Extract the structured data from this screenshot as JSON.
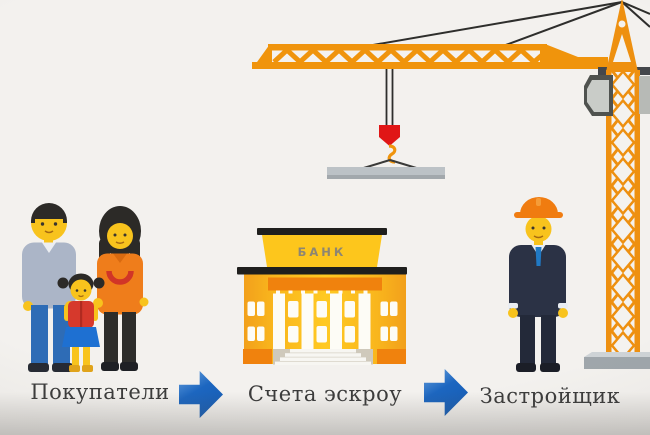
{
  "scene": {
    "type": "escrow-infographic",
    "language": "ru",
    "flow": [
      {
        "id": "buyers",
        "label": "Покупатели",
        "icon": "family-icon"
      },
      {
        "id": "escrow-accounts",
        "label": "Счета эскроу",
        "icon": "bank-icon",
        "building_sign": "БАНК"
      },
      {
        "id": "developer",
        "label": "Застройщик",
        "icon": "builder-icon"
      }
    ],
    "connectors": [
      {
        "from": "buyers",
        "to": "escrow-accounts",
        "shape": "right-arrow"
      },
      {
        "from": "escrow-accounts",
        "to": "developer",
        "shape": "right-arrow"
      }
    ],
    "decoration": "tower-crane-lifting-slab"
  },
  "colors": {
    "background": "#f3f1ee",
    "arrow_blue": "#1c66c0",
    "crane_orange": "#f0940c",
    "bank_yellow": "#fdc61c",
    "bank_orange": "#f0820d",
    "label_text": "#3b3b3b",
    "bank_sign_text": "#8d8672"
  }
}
